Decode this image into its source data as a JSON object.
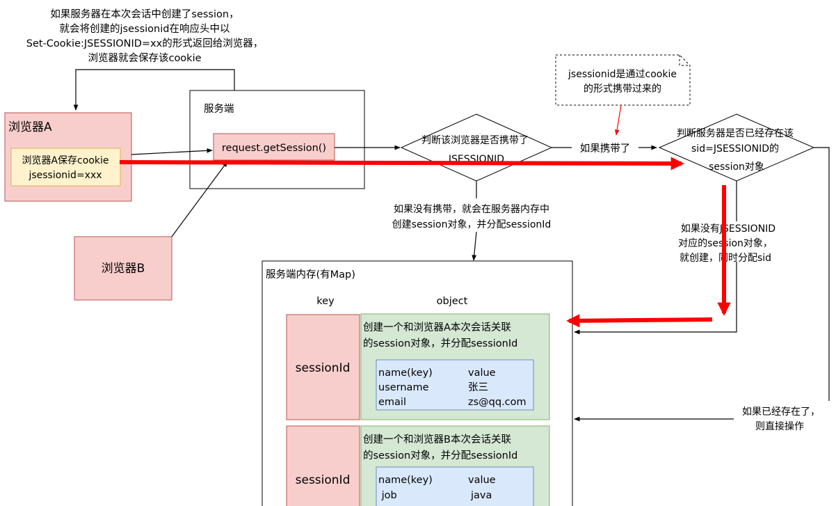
{
  "top_note": [
    "如果服务器在本次会话中创建了session，",
    "就会将创建的jsessionid在响应头中以",
    "Set-Cookie:JSESSIONID=xx的形式返回给浏览器，",
    "浏览器就会保存该cookie"
  ],
  "browser_a": {
    "title": "浏览器A",
    "cookie_line1": "浏览器A保存cookie",
    "cookie_line2": "jsessionid=xxx"
  },
  "browser_b": {
    "title": "浏览器B"
  },
  "server": {
    "title": "服务端",
    "method": "request.getSession()"
  },
  "decision1": {
    "line1": "判断该浏览器是否携带了",
    "line2": "JSESSIONID"
  },
  "carried_label": "如果携带了",
  "cookie_note": {
    "line1": "jsessionid是通过cookie",
    "line2": "的形式携带过来的"
  },
  "decision2": {
    "line1": "判断服务器是否已经存在该",
    "line2": "sid=JSESSIONID的",
    "line3": "session对象"
  },
  "not_carried_label": {
    "line1": "如果没有携带，就会在服务器内存中",
    "line2": "创建session对象，并分配sessionId"
  },
  "no_session_label": {
    "line1": "如果没有JSESSIONID",
    "line2": "对应的session对象，",
    "line3": "就创建，同时分配sid"
  },
  "exists_label": {
    "line1": "如果已经存在了，",
    "line2": "则直接操作"
  },
  "memory": {
    "title": "服务端内存(有Map)",
    "key_header": "key",
    "object_header": "object",
    "entries": [
      {
        "key": "sessionId",
        "desc1": "创建一个和浏览器A本次会话关联",
        "desc2": "的session对象，并分配sessionId",
        "rows": [
          [
            "name(key)",
            "value"
          ],
          [
            "username",
            "张三"
          ],
          [
            "email",
            "zs@qq.com"
          ]
        ]
      },
      {
        "key": "sessionId",
        "desc1": "创建一个和浏览器B本次会话关联",
        "desc2": "的session对象，并分配sessionId",
        "rows": [
          [
            "name(key)",
            "value"
          ],
          [
            " job",
            "java"
          ]
        ]
      }
    ]
  },
  "colors": {
    "pink_fill": "#f8cecc",
    "pink_stroke": "#b85450",
    "yellow_fill": "#fff2cc",
    "yellow_stroke": "#d6b656",
    "green_fill": "#d5e8d4",
    "green_stroke": "#82b366",
    "blue_fill": "#dae8fc",
    "blue_stroke": "#6c8ebf",
    "red_arrow": "#ff0000"
  }
}
